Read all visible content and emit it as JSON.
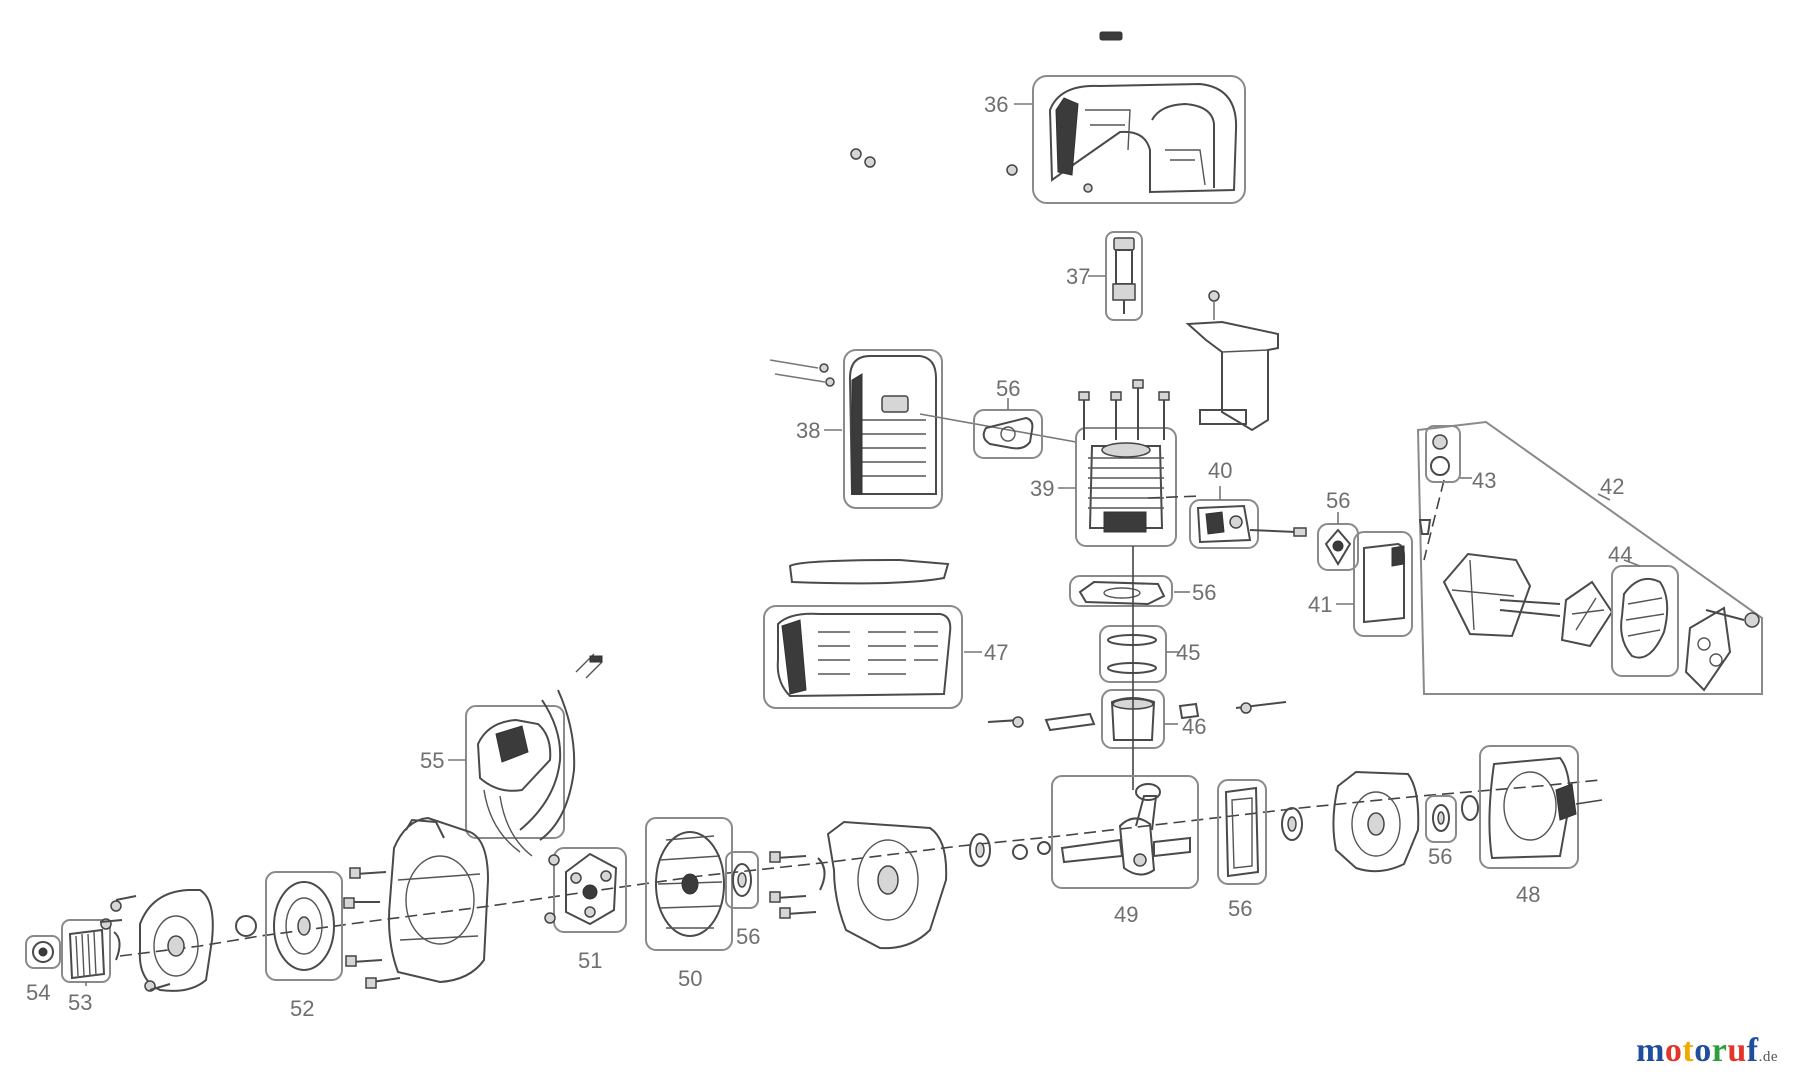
{
  "labels": {
    "p36": "36",
    "p37": "37",
    "p38": "38",
    "p39": "39",
    "p40": "40",
    "p41": "41",
    "p42": "42",
    "p43": "43",
    "p44": "44",
    "p45": "45",
    "p46": "46",
    "p47": "47",
    "p48": "48",
    "p49": "49",
    "p50": "50",
    "p51": "51",
    "p52": "52",
    "p53": "53",
    "p54": "54",
    "p55": "55",
    "p56a": "56",
    "p56b": "56",
    "p56c": "56",
    "p56d": "56",
    "p56e": "56",
    "p56f": "56"
  },
  "watermark": {
    "letters": [
      "m",
      "o",
      "t",
      "o",
      "r",
      "u",
      "f"
    ],
    "colors": [
      "#1f4e9e",
      "#e0362c",
      "#f2a900",
      "#1f4e9e",
      "#2e9e3c",
      "#e0362c",
      "#1f4e9e"
    ],
    "tld": ".de"
  }
}
